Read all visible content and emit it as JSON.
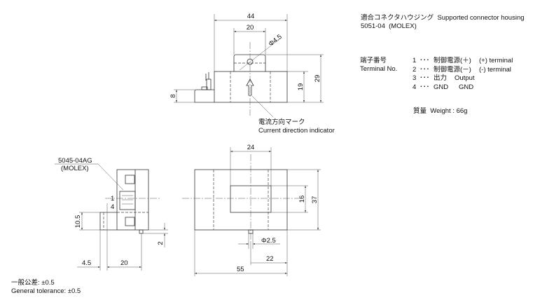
{
  "header": {
    "connector_line1": "適合コネクタハウジング  Supported connector housing",
    "connector_line2": "5051-04  (MOLEX)"
  },
  "terminals": {
    "label_jp": "端子番号",
    "label_en": "Terminal No.",
    "rows": [
      {
        "no": "1",
        "dots": "･･･",
        "jp": "制御電源(＋)",
        "en": "(+) terminal"
      },
      {
        "no": "2",
        "dots": "･･･",
        "jp": "制御電源(－)",
        "en": "(-) terminal"
      },
      {
        "no": "3",
        "dots": "･･･",
        "jp": "出力",
        "en": "Output"
      },
      {
        "no": "4",
        "dots": "･･･",
        "jp": "GND",
        "en": "GND"
      }
    ]
  },
  "weight": "質量  Weight : 66g",
  "top_view": {
    "dim_44": "44",
    "dim_20": "20",
    "dim_phi": "Φ4.5",
    "dim_19": "19",
    "dim_29": "29",
    "dim_8": "8",
    "indicator_jp": "電流方向マーク",
    "indicator_en": "Current direction indicator"
  },
  "side_view": {
    "connector_part": "5045-04AG",
    "connector_maker": "(MOLEX)",
    "pin_1": "1",
    "pin_4": "4",
    "dim_10_5": "10.5",
    "dim_2": "2",
    "dim_4_5": "4.5",
    "dim_20": "20"
  },
  "front_view": {
    "dim_24": "24",
    "dim_16": "16",
    "dim_37": "37",
    "dim_phi": "Φ2.5",
    "dim_22": "22",
    "dim_55": "55"
  },
  "tolerance": {
    "jp": "一般公差: ±0.5",
    "en": "General tolerance: ±0.5"
  }
}
